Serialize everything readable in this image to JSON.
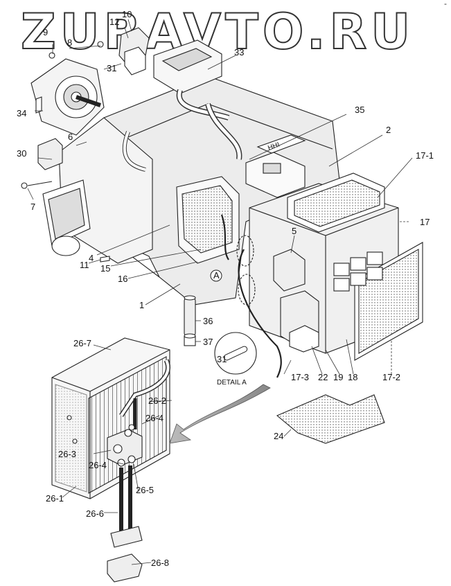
{
  "watermark": "ZURAVTO.RU",
  "corner_mark": "-",
  "detail_caption": "DETAIL A",
  "detail_letter": "A",
  "hhi_plate": "HHI",
  "callouts": {
    "c1": "1",
    "c2": "2",
    "c4": "4",
    "c5": "5",
    "c6": "6",
    "c7": "7",
    "c8": "8",
    "c9": "9",
    "c10": "10",
    "c11": "11",
    "c12": "12",
    "c15": "15",
    "c16": "16",
    "c17": "17",
    "c17_1": "17-1",
    "c17_2": "17-2",
    "c17_3": "17-3",
    "c18": "18",
    "c19": "19",
    "c22": "22",
    "c24": "24",
    "c26_1": "26-1",
    "c26_2": "26-2",
    "c26_3": "26-3",
    "c26_4a": "26-4",
    "c26_4b": "26-4",
    "c26_5": "26-5",
    "c26_6": "26-6",
    "c26_7": "26-7",
    "c26_8": "26-8",
    "c30": "30",
    "c31": "31",
    "c31b": "31",
    "c33": "33",
    "c34": "34",
    "c35": "35",
    "c36": "36",
    "c37": "37"
  }
}
